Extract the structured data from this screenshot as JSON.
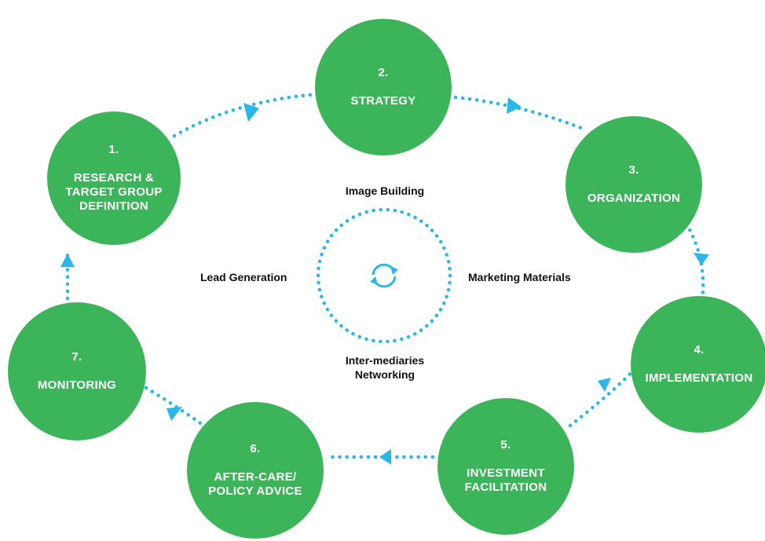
{
  "colors": {
    "node_fill": "#3cb55a",
    "connector": "#29b6e8",
    "node_text": "#ffffff",
    "center_text": "#111111"
  },
  "steps": [
    {
      "number": "1.",
      "title": "RESEARCH &\nTARGET GROUP\nDEFINITION"
    },
    {
      "number": "2.",
      "title": "STRATEGY"
    },
    {
      "number": "3.",
      "title": "ORGANIZATION"
    },
    {
      "number": "4.",
      "title": "IMPLEMENTATION"
    },
    {
      "number": "5.",
      "title": "INVESTMENT\nFACILITATION"
    },
    {
      "number": "6.",
      "title": "AFTER-CARE/\nPOLICY ADVICE"
    },
    {
      "number": "7.",
      "title": "MONITORING"
    }
  ],
  "center": {
    "icon": "refresh-cycle-icon",
    "labels": {
      "top": "Image Building",
      "right": "Marketing Materials",
      "bottom": "Inter-mediaries\nNetworking",
      "left": "Lead Generation"
    }
  }
}
